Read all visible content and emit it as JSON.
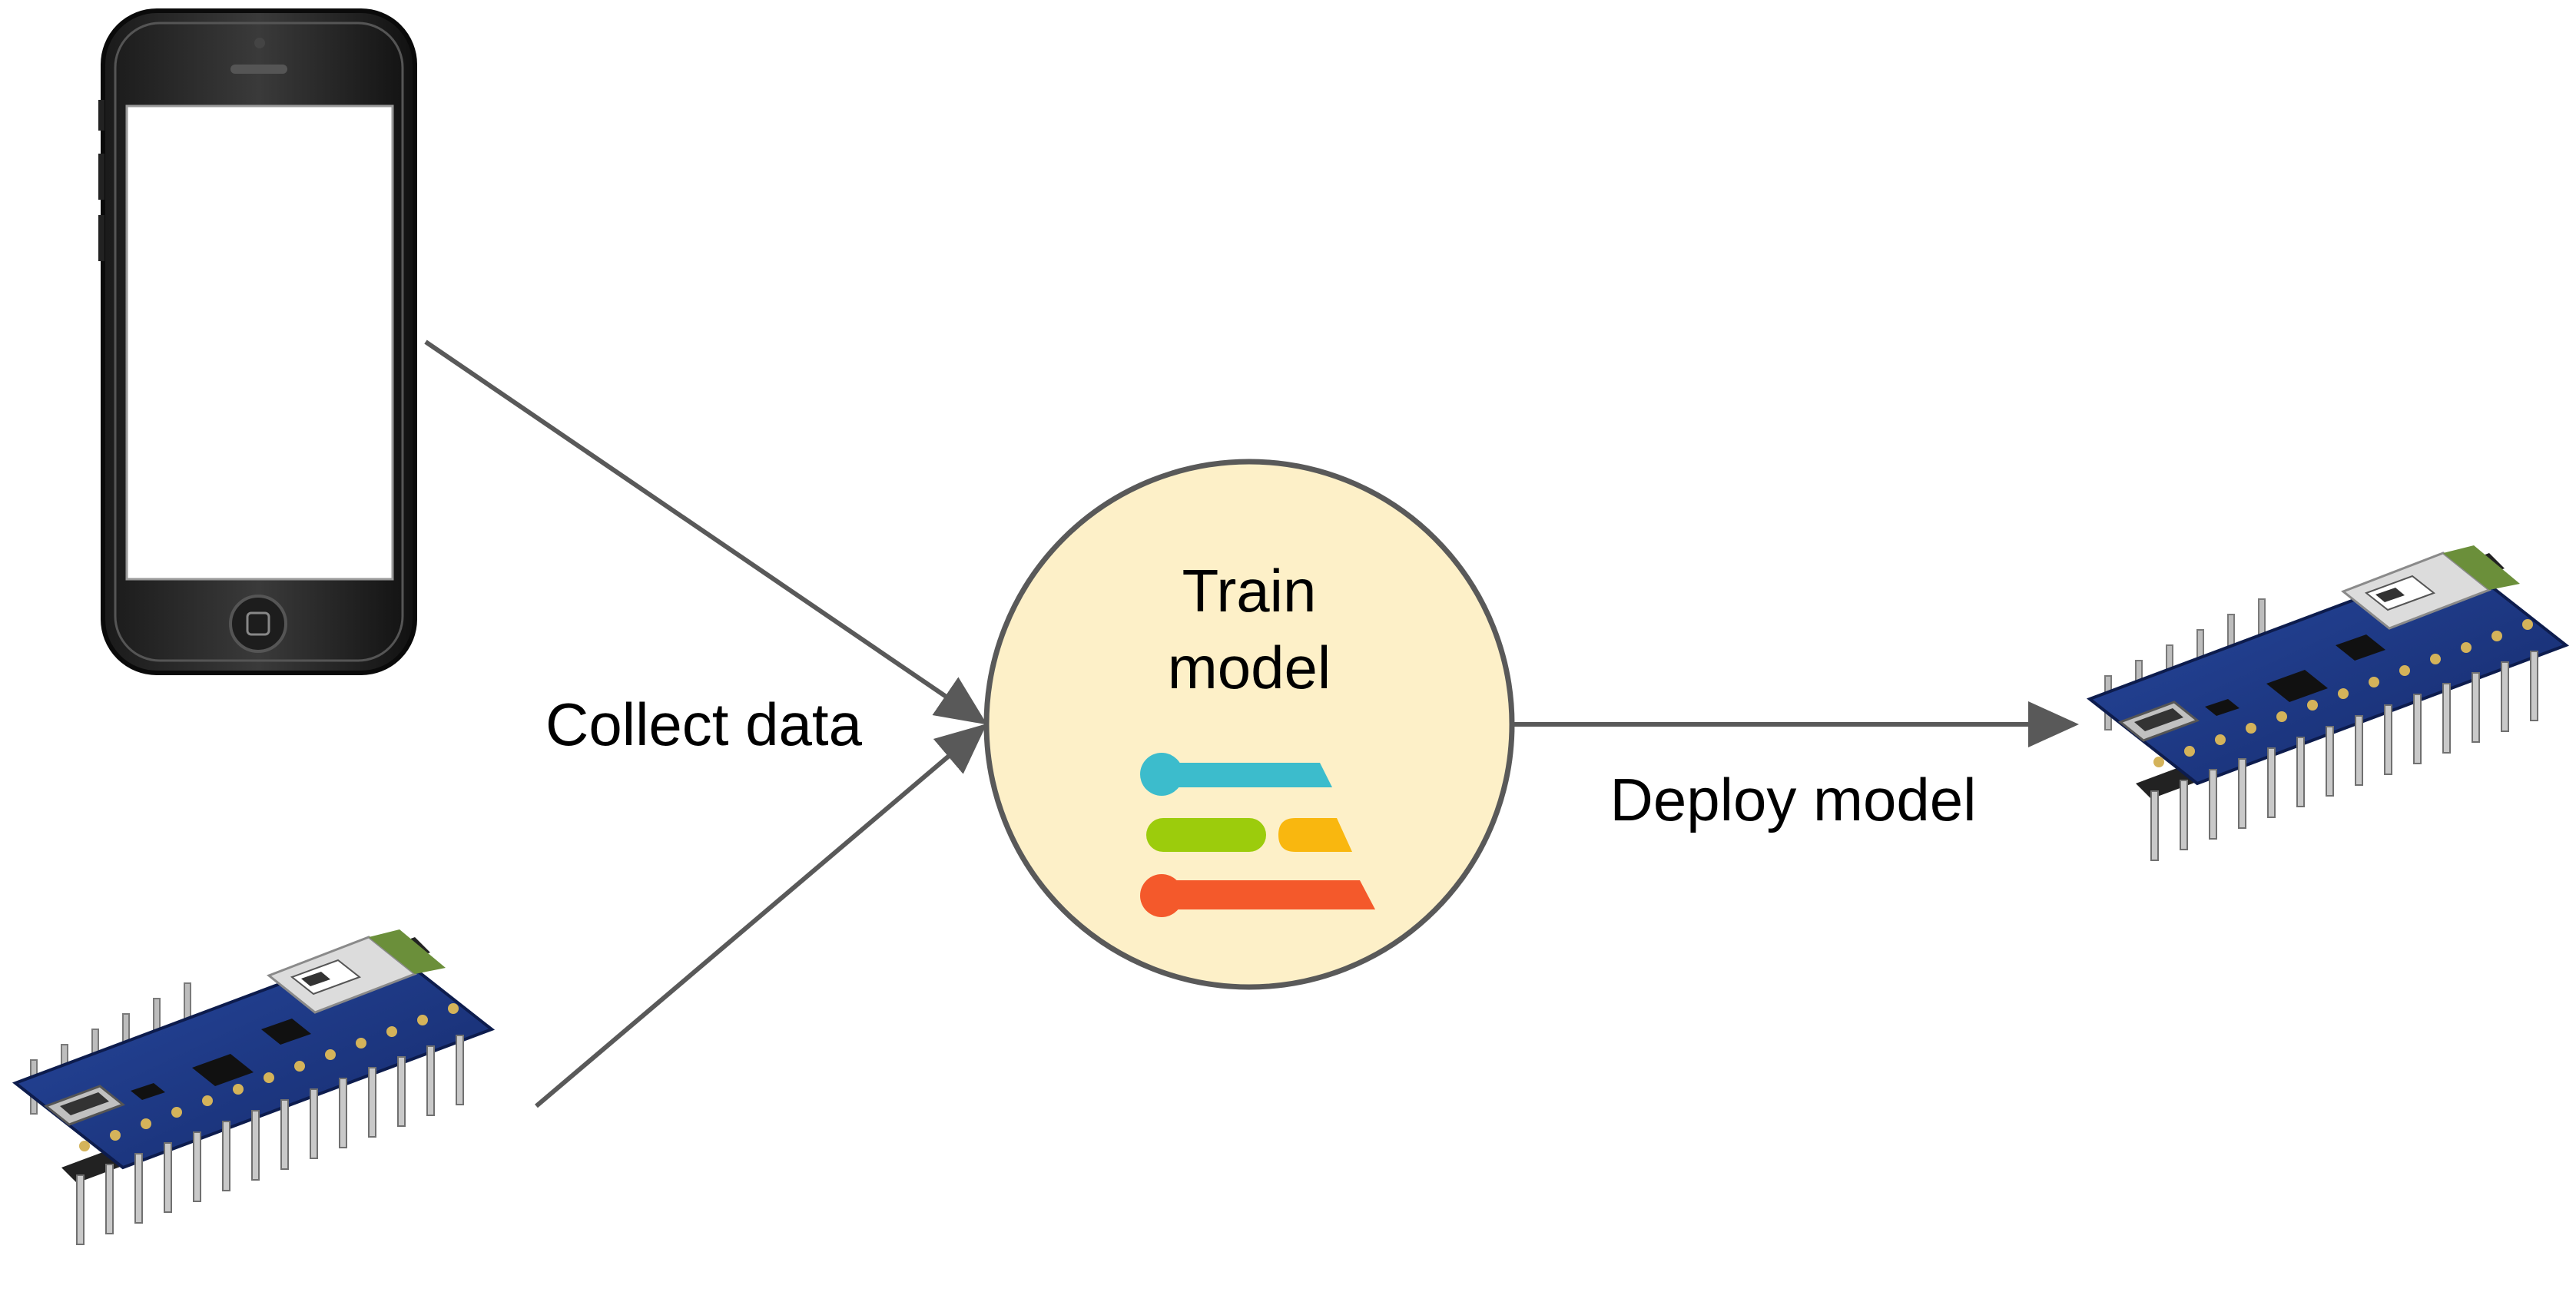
{
  "labels": {
    "collect": "Collect data",
    "train_line1": "Train",
    "train_line2": "model",
    "deploy": "Deploy model"
  },
  "nodes": {
    "phone": {
      "icon": "smartphone-icon"
    },
    "source_board": {
      "icon": "microcontroller-board-icon"
    },
    "train": {
      "icon": "model-training-logo-icon",
      "fill": "#fdf0c8",
      "stroke": "#595959"
    },
    "target_board": {
      "icon": "microcontroller-board-icon"
    }
  },
  "colors": {
    "arrow": "#595959",
    "logo_teal": "#3cbccc",
    "logo_green": "#9ccc0c",
    "logo_yellow": "#f9b70f",
    "logo_red": "#f4592b",
    "board_pcb": "#1f3a8a",
    "board_pin": "#c9c9c9"
  }
}
